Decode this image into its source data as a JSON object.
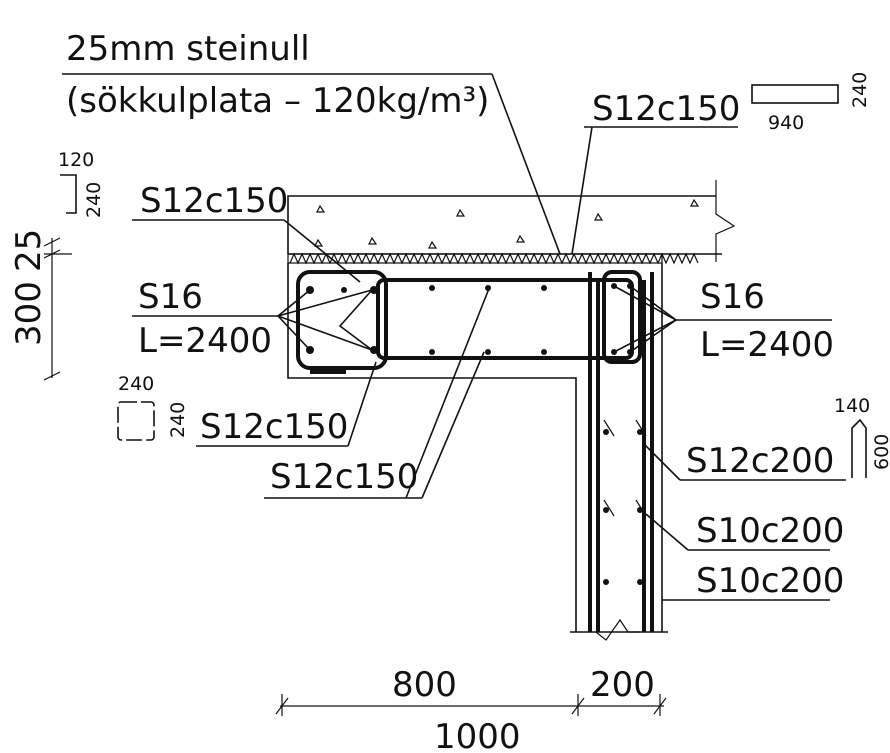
{
  "insulation": {
    "line1": "25mm steinull",
    "line2": "(sökkulplata – 120kg/m³)"
  },
  "top_bar": {
    "label": "S12c150",
    "shape_length": "940",
    "shape_height": "240"
  },
  "hook_shape": {
    "leg_a": "120",
    "leg_b": "240"
  },
  "slab_stirrup": {
    "label": "S12c150"
  },
  "level_dims": {
    "a": "300",
    "b": "25"
  },
  "left_bars": {
    "label": "S16",
    "length": "L=2400"
  },
  "right_bars": {
    "label": "S16",
    "length": "L=2400"
  },
  "closed_stirrup": {
    "width": "240",
    "height": "240",
    "label": "S12c150"
  },
  "lower_stirrup": {
    "label": "S12c150"
  },
  "wall_bar": {
    "label": "S12c200",
    "shape_width": "140",
    "shape_height": "600"
  },
  "wall_bar_2": {
    "label": "S10c200"
  },
  "wall_bar_3": {
    "label": "S10c200"
  },
  "dimensions": {
    "seg1": "800",
    "seg2": "200",
    "total": "1000"
  }
}
